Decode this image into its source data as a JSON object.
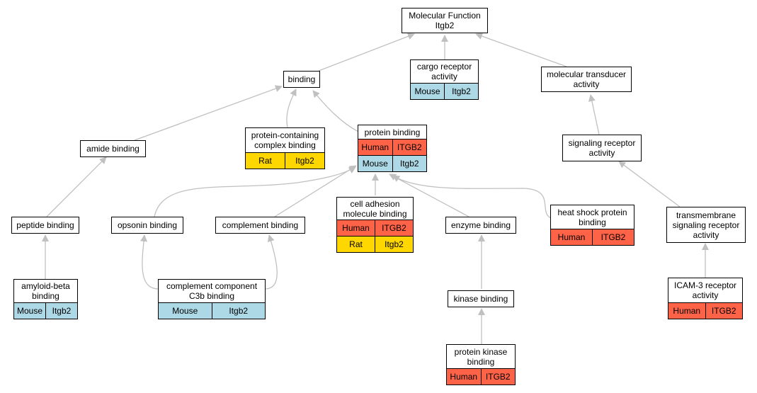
{
  "colors": {
    "human": "#ff6347",
    "mouse": "#add8e6",
    "rat": "#ffd700",
    "edge": "#c0c0c0"
  },
  "nodes": {
    "molecular_function": {
      "lines": [
        "Molecular Function",
        "Itgb2"
      ]
    },
    "binding": {
      "lines": [
        "binding"
      ]
    },
    "cargo_receptor_activity": {
      "lines": [
        "cargo receptor",
        "activity"
      ],
      "rows": [
        [
          "Mouse",
          "Itgb2"
        ]
      ]
    },
    "molecular_transducer_activity": {
      "lines": [
        "molecular transducer",
        "activity"
      ]
    },
    "amide_binding": {
      "lines": [
        "amide binding"
      ]
    },
    "protein_containing_complex_binding": {
      "lines": [
        "protein-containing",
        "complex binding"
      ],
      "rows": [
        [
          "Rat",
          "Itgb2"
        ]
      ]
    },
    "protein_binding": {
      "lines": [
        "protein binding"
      ],
      "rows": [
        [
          "Human",
          "ITGB2"
        ],
        [
          "Mouse",
          "Itgb2"
        ]
      ]
    },
    "signaling_receptor_activity": {
      "lines": [
        "signaling receptor",
        "activity"
      ]
    },
    "peptide_binding": {
      "lines": [
        "peptide binding"
      ]
    },
    "opsonin_binding": {
      "lines": [
        "opsonin binding"
      ]
    },
    "complement_binding": {
      "lines": [
        "complement binding"
      ]
    },
    "cell_adhesion_molecule_binding": {
      "lines": [
        "cell adhesion",
        "molecule binding"
      ],
      "rows": [
        [
          "Human",
          "ITGB2"
        ],
        [
          "Rat",
          "Itgb2"
        ]
      ]
    },
    "enzyme_binding": {
      "lines": [
        "enzyme binding"
      ]
    },
    "heat_shock_protein_binding": {
      "lines": [
        "heat shock protein",
        "binding"
      ],
      "rows": [
        [
          "Human",
          "ITGB2"
        ]
      ]
    },
    "transmembrane_signaling_receptor_activity": {
      "lines": [
        "transmembrane",
        "signaling receptor",
        "activity"
      ]
    },
    "amyloid_beta_binding": {
      "lines": [
        "amyloid-beta",
        "binding"
      ],
      "rows": [
        [
          "Mouse",
          "Itgb2"
        ]
      ]
    },
    "complement_component_c3b_binding": {
      "lines": [
        "complement component",
        "C3b binding"
      ],
      "rows": [
        [
          "Mouse",
          "Itgb2"
        ]
      ]
    },
    "kinase_binding": {
      "lines": [
        "kinase binding"
      ]
    },
    "protein_kinase_binding": {
      "lines": [
        "protein kinase",
        "binding"
      ],
      "rows": [
        [
          "Human",
          "ITGB2"
        ]
      ]
    },
    "icam3_receptor_activity": {
      "lines": [
        "ICAM-3 receptor",
        "activity"
      ],
      "rows": [
        [
          "Human",
          "ITGB2"
        ]
      ]
    }
  },
  "edges": [
    {
      "from": "binding",
      "to": "molecular_function"
    },
    {
      "from": "cargo_receptor_activity",
      "to": "molecular_function"
    },
    {
      "from": "molecular_transducer_activity",
      "to": "molecular_function"
    },
    {
      "from": "amide_binding",
      "to": "binding"
    },
    {
      "from": "protein_containing_complex_binding",
      "to": "binding"
    },
    {
      "from": "protein_binding",
      "to": "binding"
    },
    {
      "from": "signaling_receptor_activity",
      "to": "molecular_transducer_activity"
    },
    {
      "from": "peptide_binding",
      "to": "amide_binding"
    },
    {
      "from": "opsonin_binding",
      "to": "protein_binding"
    },
    {
      "from": "complement_binding",
      "to": "protein_binding"
    },
    {
      "from": "cell_adhesion_molecule_binding",
      "to": "protein_binding"
    },
    {
      "from": "enzyme_binding",
      "to": "protein_binding"
    },
    {
      "from": "heat_shock_protein_binding",
      "to": "protein_binding"
    },
    {
      "from": "transmembrane_signaling_receptor_activity",
      "to": "signaling_receptor_activity"
    },
    {
      "from": "amyloid_beta_binding",
      "to": "peptide_binding"
    },
    {
      "from": "complement_component_c3b_binding",
      "to": "opsonin_binding"
    },
    {
      "from": "complement_component_c3b_binding",
      "to": "complement_binding"
    },
    {
      "from": "kinase_binding",
      "to": "enzyme_binding"
    },
    {
      "from": "protein_kinase_binding",
      "to": "kinase_binding"
    },
    {
      "from": "icam3_receptor_activity",
      "to": "transmembrane_signaling_receptor_activity"
    }
  ]
}
